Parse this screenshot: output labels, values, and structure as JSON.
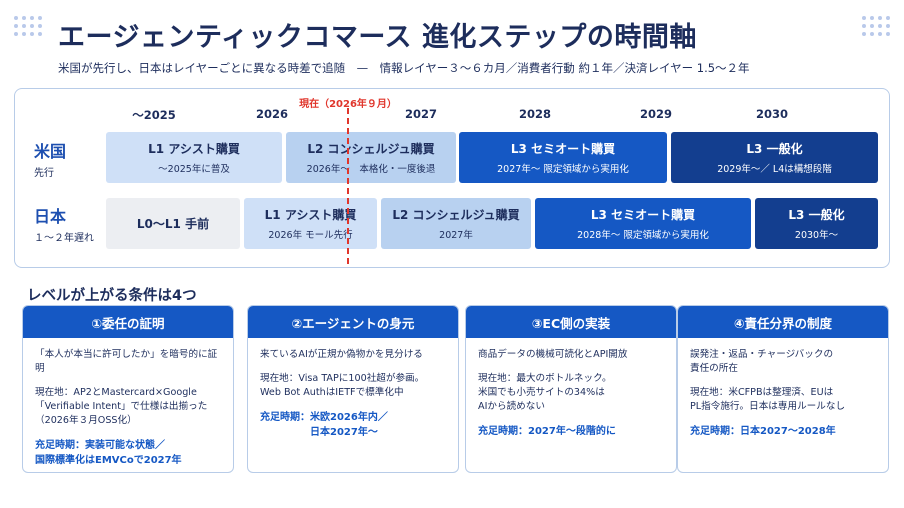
{
  "title": "エージェンティックコマース 進化ステップの時間軸",
  "subtitle": "米国が先行し、日本はレイヤーごとに異なる時差で追随　—　情報レイヤー３〜６カ月／消費者行動 約１年／決済レイヤー 1.5〜２年",
  "timeline": {
    "years": [
      "〜2025",
      "2026",
      "2027",
      "2028",
      "2029",
      "2030"
    ],
    "now_label": "現在（2026年９月）",
    "rows": [
      {
        "name": "米国",
        "sub": "先行",
        "bars": [
          {
            "title": "L1 アシスト購買",
            "sub": "〜2025年に普及"
          },
          {
            "title": "L2 コンシェルジュ購買",
            "sub": "2026年〜　本格化・一度後退"
          },
          {
            "title": "L3 セミオート購買",
            "sub": "2027年〜 限定領域から実用化"
          },
          {
            "title": "L3 一般化",
            "sub": "2029年〜／ L4は構想段階"
          }
        ]
      },
      {
        "name": "日本",
        "sub": "１〜２年遅れ",
        "bars": [
          {
            "title": "L0〜L1 手前",
            "sub": ""
          },
          {
            "title": "L1 アシスト購買",
            "sub": "2026年 モール先行"
          },
          {
            "title": "L2 コンシェルジュ購買",
            "sub": "2027年"
          },
          {
            "title": "L3 セミオート購買",
            "sub": "2028年〜 限定領域から実用化"
          },
          {
            "title": "L3 一般化",
            "sub": "2030年〜"
          }
        ]
      }
    ]
  },
  "conditions_title": "レベルが上がる条件は4つ",
  "cards": [
    {
      "title": "①委任の証明",
      "desc": "「本人が本当に許可したか」を暗号的に証明",
      "status": "現在地：AP2とMastercard×Google\n「Verifiable Intent」で仕様は出揃った\n（2026年３月OSS化）",
      "goal": "充足時期：実装可能な状態／\n国際標準化はEMVCoで2027年"
    },
    {
      "title": "②エージェントの身元",
      "desc": "来ているAIが正規か偽物かを見分ける",
      "status": "現在地：Visa TAPに100社超が参画。\nWeb Bot AuthはIETFで標準化中",
      "goal": "充足時期：米欧2026年内／\n　　　　　日本2027年〜"
    },
    {
      "title": "③EC側の実装",
      "desc": "商品データの機械可読化とAPI開放",
      "status": "現在地：最大のボトルネック。\n米国でも小売サイトの34%は\nAIから読めない",
      "goal": "充足時期：2027年〜段階的に"
    },
    {
      "title": "④責任分界の制度",
      "desc": "誤発注・返品・チャージバックの\n責任の所在",
      "status": "現在地：米CFPBは整理済、EUは\nPL指令施行。日本は専用ルールなし",
      "goal": "充足時期：日本2027〜2028年"
    }
  ],
  "colors": {
    "accent": "#1558c4",
    "navy": "#133e8f",
    "now_marker": "#e0362c",
    "title": "#1d2d5c"
  }
}
